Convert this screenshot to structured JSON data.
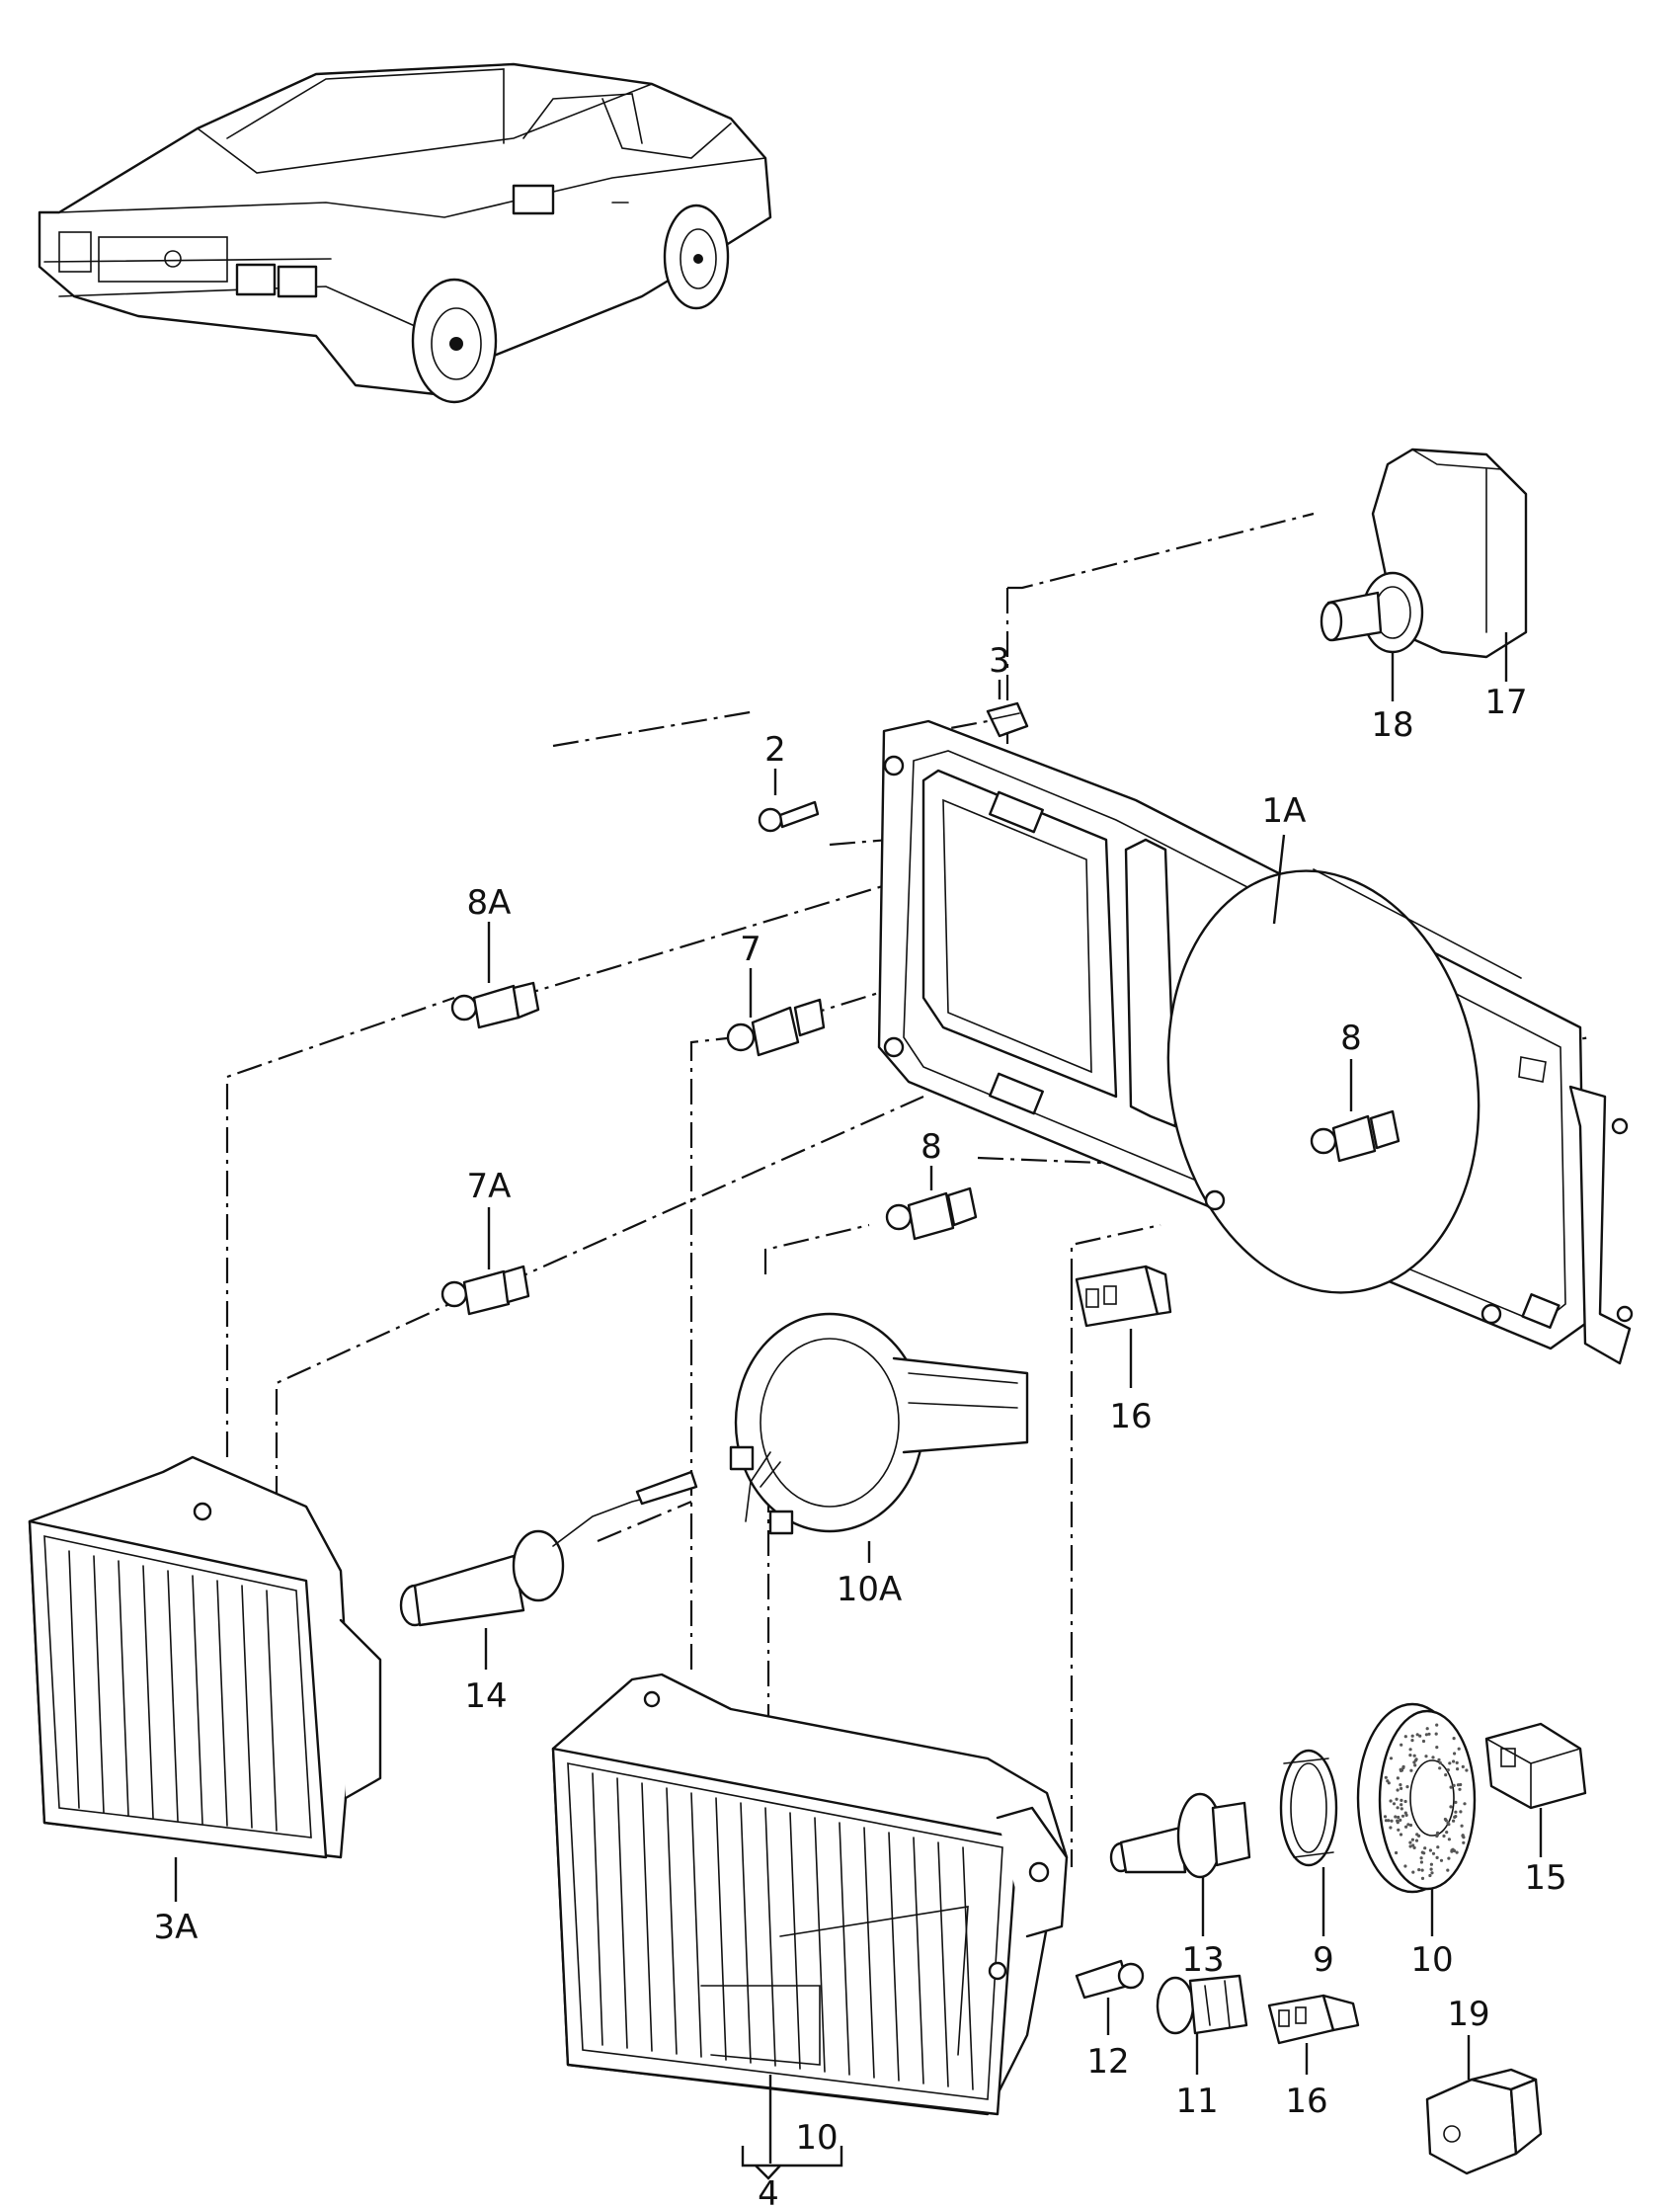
{
  "colors": {
    "ink": "#111111",
    "paper": "#ffffff"
  },
  "icons": [
    "car-icon"
  ],
  "callouts": {
    "c1A": "1A",
    "c2": "2",
    "c3": "3",
    "c3A": "3A",
    "c4": "4",
    "c7": "7",
    "c7A": "7A",
    "c8a": "8",
    "c8b": "8",
    "c8A": "8A",
    "c9": "9",
    "c10a": "10",
    "c10b": "10",
    "c10A": "10A",
    "c11": "11",
    "c12": "12",
    "c13": "13",
    "c14": "14",
    "c15": "15",
    "c16a": "16",
    "c16b": "16",
    "c17": "17",
    "c18": "18",
    "c19": "19"
  }
}
